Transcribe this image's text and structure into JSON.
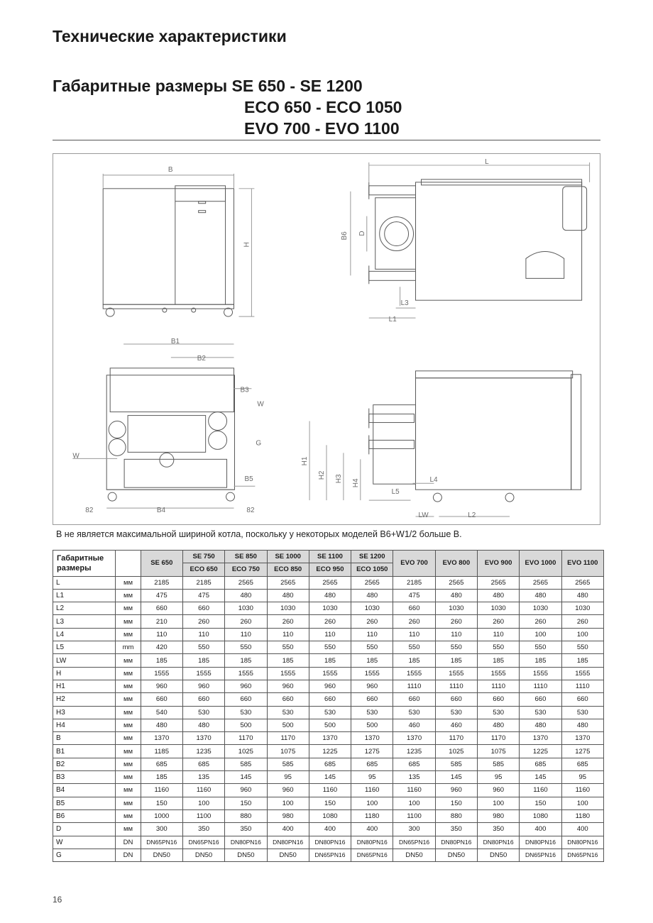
{
  "page_title": "Технические характеристики",
  "subtitle_lines": [
    "Габаритные размеры SE 650 - SE 1200",
    "ECO 650 - ECO 1050",
    "EVO 700 - EVO 1100"
  ],
  "drawing_labels": {
    "B": "B",
    "H": "H",
    "L": "L",
    "B6": "B6",
    "D": "D",
    "L3": "L3",
    "L1": "L1",
    "B1": "B1",
    "B2": "B2",
    "B3": "B3",
    "W": "W",
    "G": "G",
    "B5": "B5",
    "B4": "B4",
    "dim82": "82",
    "H1": "H1",
    "H2": "H2",
    "H3": "H3",
    "H4": "H4",
    "L4": "L4",
    "L5": "L5",
    "LW": "LW",
    "L2": "L2"
  },
  "note": "B не является максимальной шириной котла, поскольку у некоторых моделей B6+W1/2 больше B.",
  "table": {
    "header_label": [
      "Габаритные",
      "размеры"
    ],
    "se_models": [
      {
        "top": "SE 650",
        "bottom": ""
      },
      {
        "top": "SE 750",
        "bottom": "ECO 650"
      },
      {
        "top": "SE 850",
        "bottom": "ECO 750"
      },
      {
        "top": "SE 1000",
        "bottom": "ECO 850"
      },
      {
        "top": "SE 1100",
        "bottom": "ECO 950"
      },
      {
        "top": "SE 1200",
        "bottom": "ECO 1050"
      }
    ],
    "evo_models": [
      "EVO 700",
      "EVO 800",
      "EVO 900",
      "EVO 1000",
      "EVO 1100"
    ],
    "rows": [
      {
        "param": "L",
        "unit": "мм",
        "values": [
          "2185",
          "2185",
          "2565",
          "2565",
          "2565",
          "2565",
          "2185",
          "2565",
          "2565",
          "2565",
          "2565"
        ]
      },
      {
        "param": "L1",
        "unit": "мм",
        "values": [
          "475",
          "475",
          "480",
          "480",
          "480",
          "480",
          "475",
          "480",
          "480",
          "480",
          "480"
        ]
      },
      {
        "param": "L2",
        "unit": "мм",
        "values": [
          "660",
          "660",
          "1030",
          "1030",
          "1030",
          "1030",
          "660",
          "1030",
          "1030",
          "1030",
          "1030"
        ]
      },
      {
        "param": "L3",
        "unit": "мм",
        "values": [
          "210",
          "260",
          "260",
          "260",
          "260",
          "260",
          "260",
          "260",
          "260",
          "260",
          "260"
        ]
      },
      {
        "param": "L4",
        "unit": "мм",
        "values": [
          "110",
          "110",
          "110",
          "110",
          "110",
          "110",
          "110",
          "110",
          "110",
          "100",
          "100"
        ]
      },
      {
        "param": "L5",
        "unit": "mm",
        "values": [
          "420",
          "550",
          "550",
          "550",
          "550",
          "550",
          "550",
          "550",
          "550",
          "550",
          "550"
        ]
      },
      {
        "param": "LW",
        "unit": "мм",
        "values": [
          "185",
          "185",
          "185",
          "185",
          "185",
          "185",
          "185",
          "185",
          "185",
          "185",
          "185"
        ]
      },
      {
        "param": "H",
        "unit": "мм",
        "values": [
          "1555",
          "1555",
          "1555",
          "1555",
          "1555",
          "1555",
          "1555",
          "1555",
          "1555",
          "1555",
          "1555"
        ]
      },
      {
        "param": "H1",
        "unit": "мм",
        "values": [
          "960",
          "960",
          "960",
          "960",
          "960",
          "960",
          "1110",
          "1110",
          "1110",
          "1110",
          "1110"
        ]
      },
      {
        "param": "H2",
        "unit": "мм",
        "values": [
          "660",
          "660",
          "660",
          "660",
          "660",
          "660",
          "660",
          "660",
          "660",
          "660",
          "660"
        ]
      },
      {
        "param": "H3",
        "unit": "мм",
        "values": [
          "540",
          "530",
          "530",
          "530",
          "530",
          "530",
          "530",
          "530",
          "530",
          "530",
          "530"
        ]
      },
      {
        "param": "H4",
        "unit": "мм",
        "values": [
          "480",
          "480",
          "500",
          "500",
          "500",
          "500",
          "460",
          "460",
          "480",
          "480",
          "480"
        ]
      },
      {
        "param": "B",
        "unit": "мм",
        "values": [
          "1370",
          "1370",
          "1170",
          "1170",
          "1370",
          "1370",
          "1370",
          "1170",
          "1170",
          "1370",
          "1370"
        ]
      },
      {
        "param": "B1",
        "unit": "мм",
        "values": [
          "1185",
          "1235",
          "1025",
          "1075",
          "1225",
          "1275",
          "1235",
          "1025",
          "1075",
          "1225",
          "1275"
        ]
      },
      {
        "param": "B2",
        "unit": "мм",
        "values": [
          "685",
          "685",
          "585",
          "585",
          "685",
          "685",
          "685",
          "585",
          "585",
          "685",
          "685"
        ]
      },
      {
        "param": "B3",
        "unit": "мм",
        "values": [
          "185",
          "135",
          "145",
          "95",
          "145",
          "95",
          "135",
          "145",
          "95",
          "145",
          "95"
        ]
      },
      {
        "param": "B4",
        "unit": "мм",
        "values": [
          "1160",
          "1160",
          "960",
          "960",
          "1160",
          "1160",
          "1160",
          "960",
          "960",
          "1160",
          "1160"
        ]
      },
      {
        "param": "B5",
        "unit": "мм",
        "values": [
          "150",
          "100",
          "150",
          "100",
          "150",
          "100",
          "100",
          "150",
          "100",
          "150",
          "100"
        ]
      },
      {
        "param": "B6",
        "unit": "мм",
        "values": [
          "1000",
          "1100",
          "880",
          "980",
          "1080",
          "1180",
          "1100",
          "880",
          "980",
          "1080",
          "1180"
        ]
      },
      {
        "param": "D",
        "unit": "мм",
        "values": [
          "300",
          "350",
          "350",
          "400",
          "400",
          "400",
          "300",
          "350",
          "350",
          "400",
          "400"
        ]
      },
      {
        "param": "W",
        "unit": "DN",
        "values": [
          "DN65PN16",
          "DN65PN16",
          "DN80PN16",
          "DN80PN16",
          "DN80PN16",
          "DN80PN16",
          "DN65PN16",
          "DN80PN16",
          "DN80PN16",
          "DN80PN16",
          "DN80PN16"
        ]
      },
      {
        "param": "G",
        "unit": "DN",
        "values": [
          "DN50",
          "DN50",
          "DN50",
          "DN50",
          "DN65PN16",
          "DN65PN16",
          "DN50",
          "DN50",
          "DN50",
          "DN65PN16",
          "DN65PN16"
        ]
      }
    ]
  },
  "page_number": "16"
}
